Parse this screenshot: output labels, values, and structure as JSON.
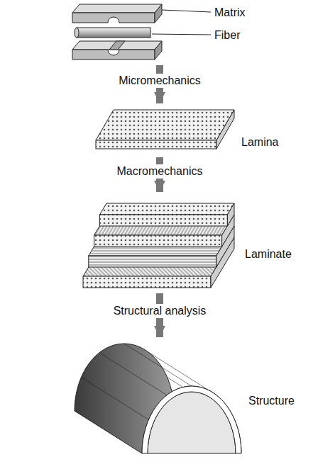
{
  "diagram": {
    "nodes": [
      {
        "text": [
          "Matrix",
          "Fiber"
        ]
      },
      {
        "text": [
          "Lamina"
        ]
      },
      {
        "text": [
          "Laminate"
        ]
      },
      {
        "text": [
          "Structure"
        ]
      }
    ],
    "edges": [
      {
        "from": 0,
        "to": 1,
        "label": "Micromechanics",
        "arrow": "to"
      },
      {
        "from": 1,
        "to": 2,
        "label": "Macromechanics",
        "arrow": "to"
      },
      {
        "from": 2,
        "to": 3,
        "label": "Structural analysis",
        "arrow": "to"
      }
    ]
  }
}
